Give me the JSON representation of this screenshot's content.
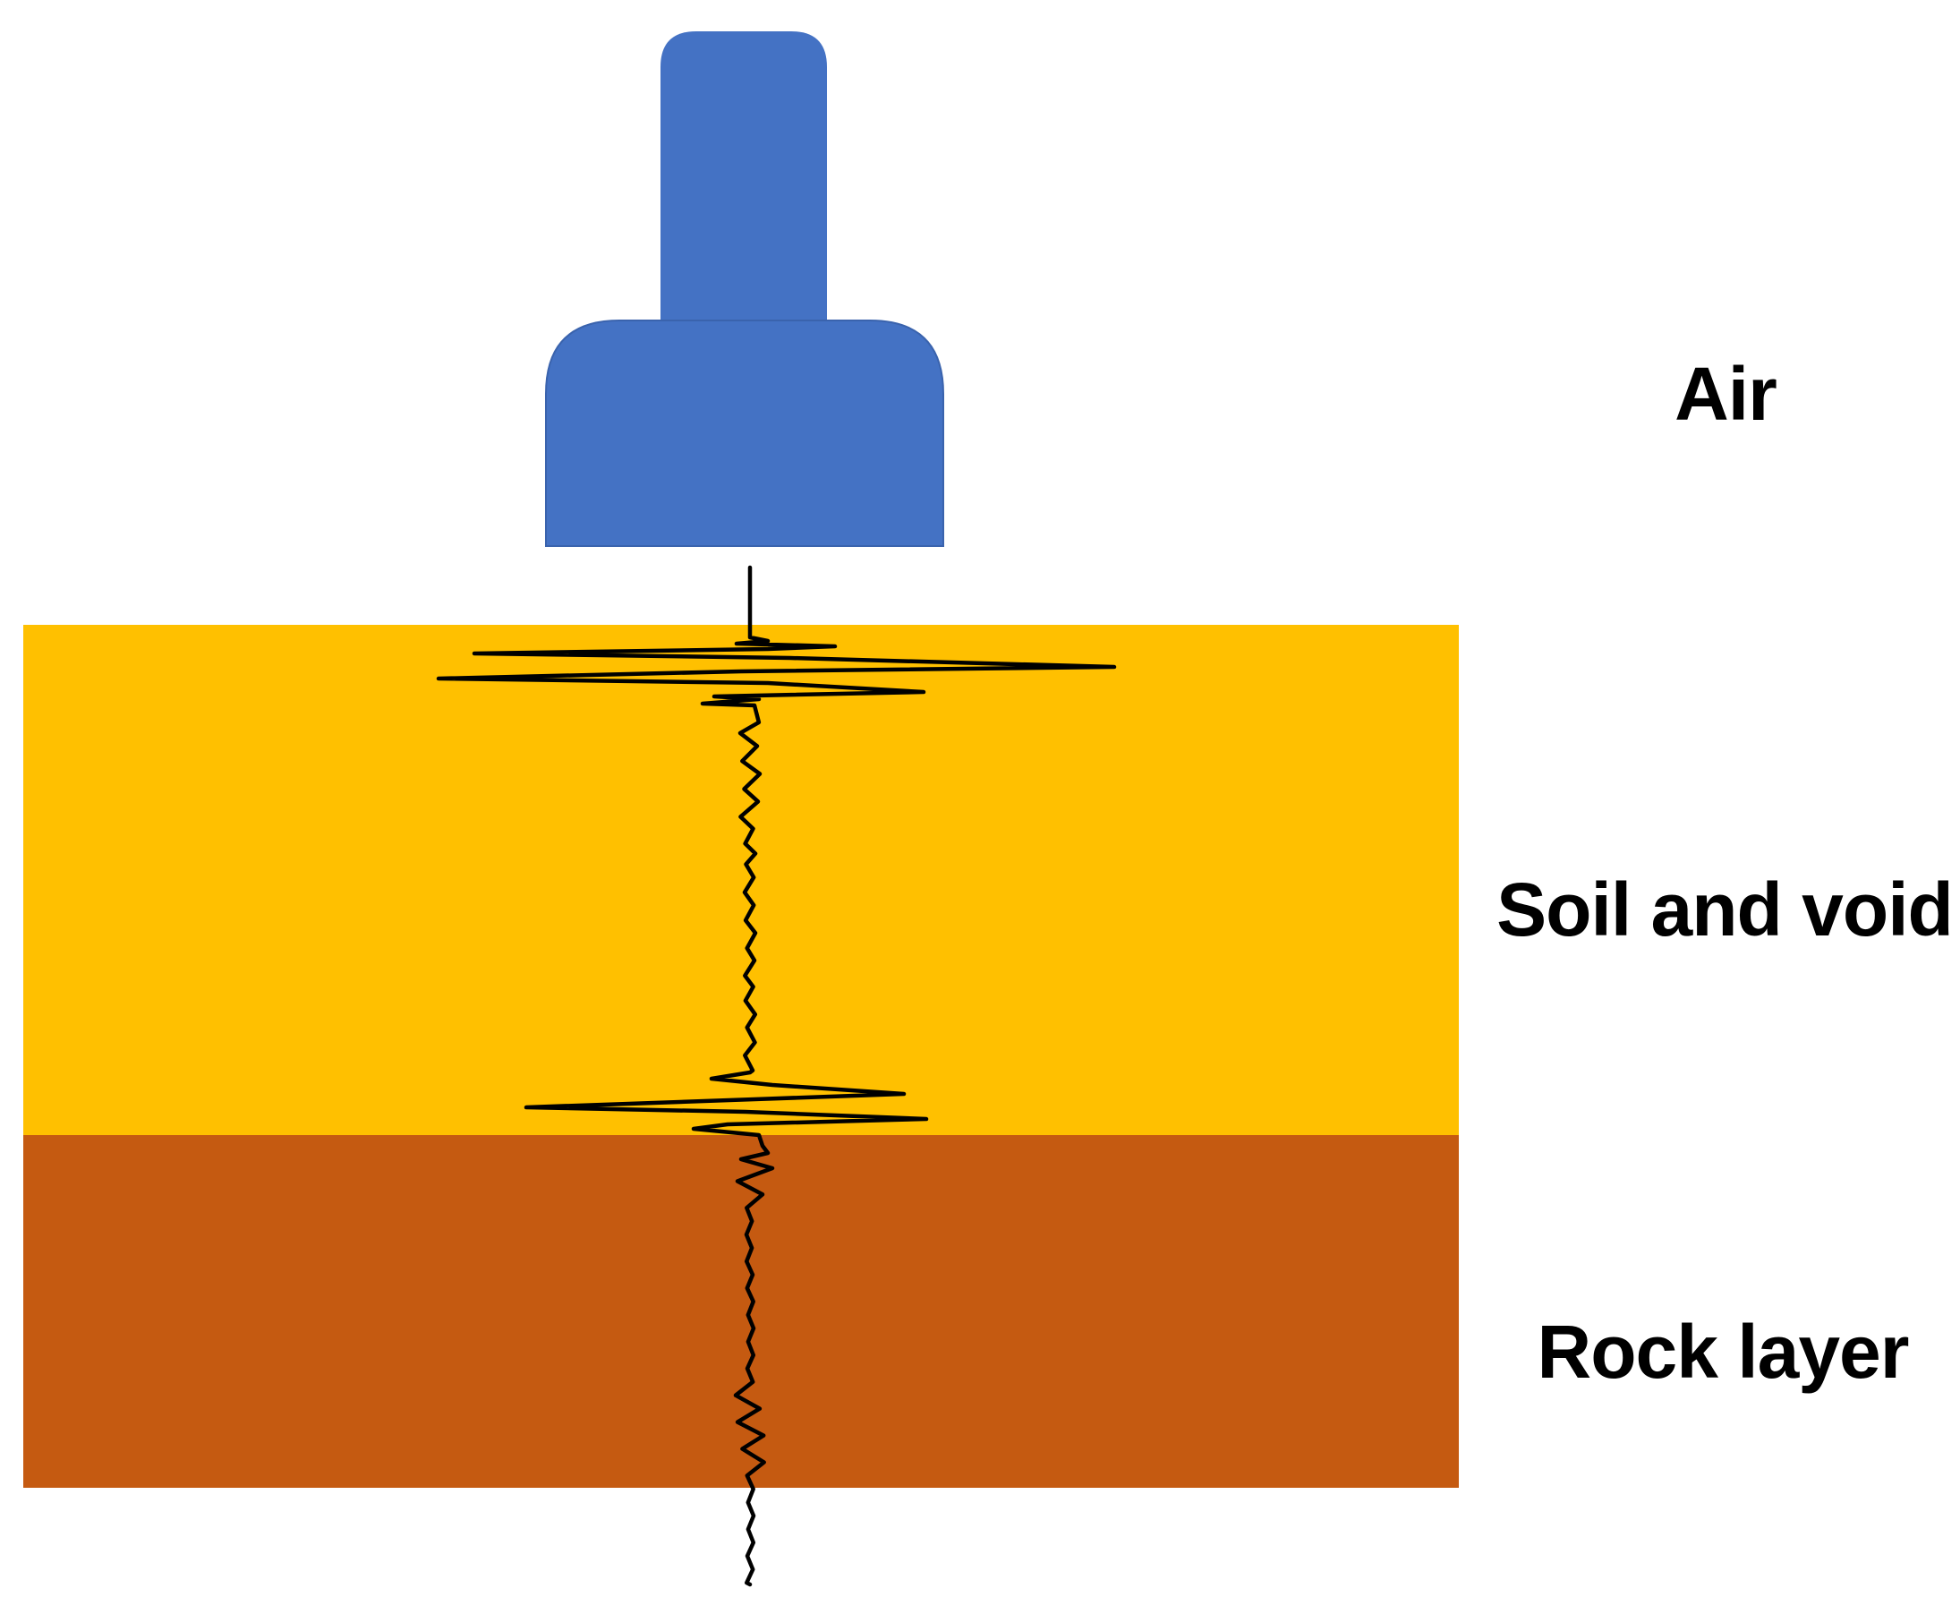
{
  "labels": {
    "air": "Air",
    "soil": "Soil and void",
    "rock": "Rock layer"
  },
  "colors": {
    "antenna": "#4472c4",
    "soil_layer": "#ffc000",
    "rock_layer": "#c55a11",
    "signal_trace": "#000000",
    "background": "#ffffff"
  },
  "icons": {
    "antenna": "gpr-antenna-icon"
  }
}
